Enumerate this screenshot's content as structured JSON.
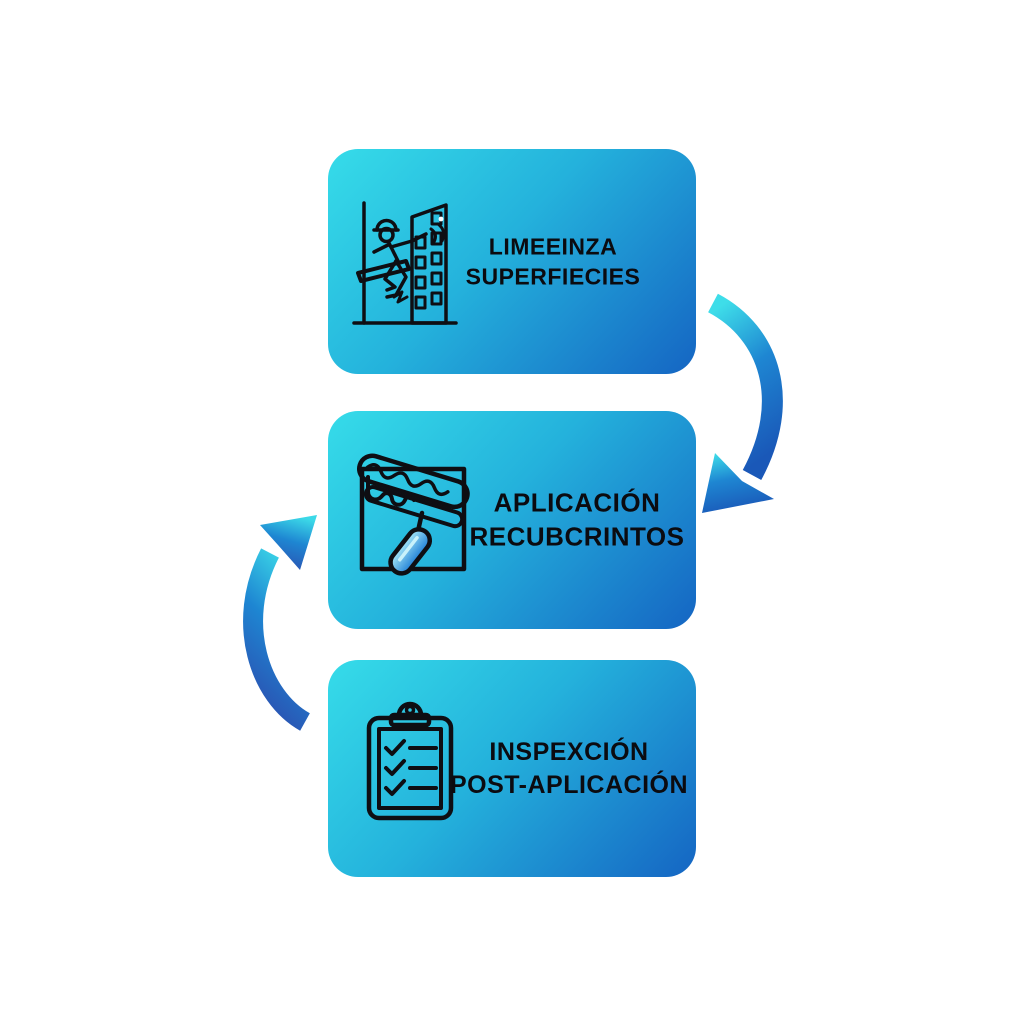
{
  "background_color": "#ffffff",
  "palette": {
    "card_gradient_start": "#36dce9",
    "card_gradient_end": "#1565c3",
    "arrow_cyan": "#3edde9",
    "arrow_mid_blue": "#1e86d2",
    "arrow_dark_blue": "#2b4fb0",
    "label_color": "#0b0b10",
    "icon_stroke": "#0e0e13",
    "icon_accent_light": "#a6e7f7",
    "icon_accent_dark": "#1f7fd6"
  },
  "steps": [
    {
      "lines": [
        "LIMEEINZA",
        "SUPERFIECIES"
      ],
      "icon": "facade-cleaning-worker-icon"
    },
    {
      "lines": [
        "APLICACIÓN",
        "RECUBCRINTOS"
      ],
      "icon": "paint-roller-icon"
    },
    {
      "lines": [
        "INSPEXCIÓN",
        "POST-APLICACIÓN"
      ],
      "icon": "checklist-clipboard-icon"
    }
  ],
  "arrows": [
    {
      "name": "arrow-step1-to-step2"
    },
    {
      "name": "arrow-step3-to-step2"
    }
  ]
}
